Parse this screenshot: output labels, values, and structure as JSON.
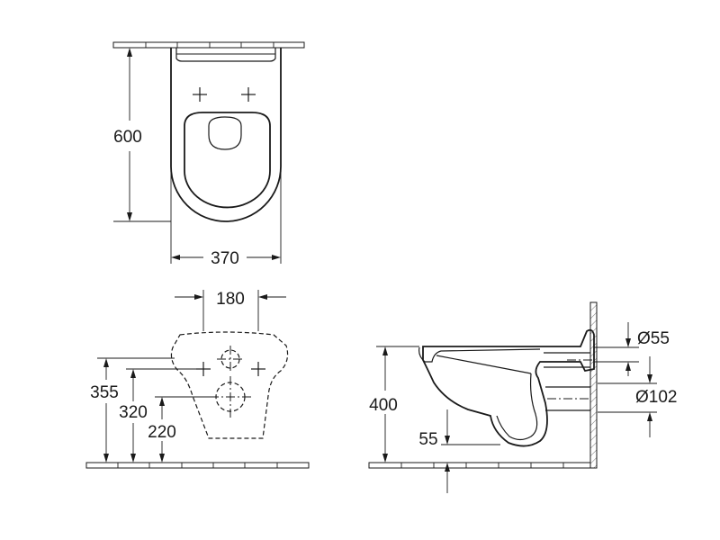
{
  "top_view": {
    "height_label": "600",
    "width_label": "370"
  },
  "rear_view": {
    "bolt_spacing_label": "180",
    "height_top_label": "355",
    "height_bolts_label": "320",
    "height_outlet_label": "220"
  },
  "side_view": {
    "rim_height_label": "400",
    "outlet_offset_label": "55",
    "inlet_diameter_label": "Ø55",
    "outlet_diameter_label": "Ø102"
  },
  "colors": {
    "line": "#1a1a1a",
    "background": "#ffffff"
  }
}
